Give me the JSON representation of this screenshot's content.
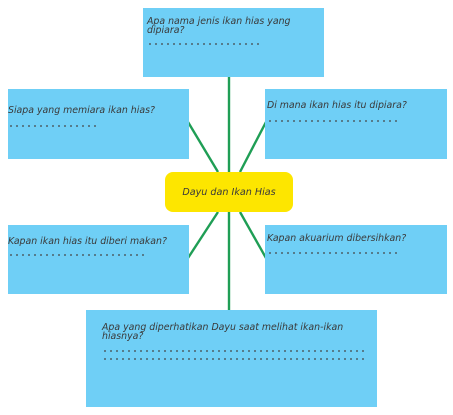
{
  "colors": {
    "box": "#6fcff6",
    "center": "#fde600",
    "line": "#1f9e55"
  },
  "center": {
    "label": "Dayu dan Ikan Hias"
  },
  "questions": {
    "top": "Apa nama jenis ikan hias yang\ndipiara?",
    "left_upper": "Siapa yang memiara ikan hias?",
    "right_upper": "Di mana ikan hias itu dipiara?",
    "left_lower": "Kapan ikan hias itu diberi makan?",
    "right_lower": "Kapan akuarium dibersihkan?",
    "bottom": "Apa yang diperhatikan Dayu saat melihat ikan-ikan\nhiasnya?"
  }
}
